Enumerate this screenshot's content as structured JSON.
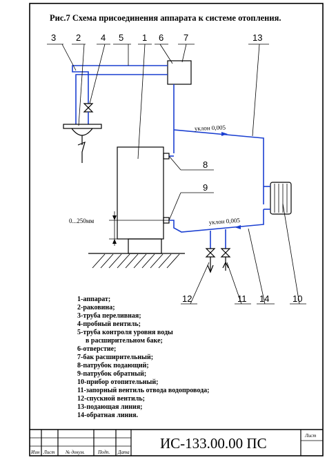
{
  "diagram": {
    "title": "Рис.7   Схема присоединения аппарата к системе отопления.",
    "labels": {
      "c1": "1",
      "c2": "2",
      "c3": "3",
      "c4": "4",
      "c5": "5",
      "c6": "6",
      "c7": "7",
      "c8": "8",
      "c9": "9",
      "c10": "10",
      "c11": "11",
      "c12": "12",
      "c13": "13",
      "c14": "14"
    },
    "slope_upper": "уклон 0,005",
    "slope_lower": "уклон 0,005",
    "dimension": "0...250мм",
    "accent_color": "#1a3fd1"
  },
  "legend": [
    "1-аппарат;",
    "2-раковина;",
    "3-труба переливная;",
    "4-пробный вентиль;",
    "5-труба контроля уровня воды",
    "   в расширительном баке;",
    "6-отверстие;",
    "7-бак расширительный;",
    "8-патрубок подающий;",
    "9-патрубок обратный;",
    "10-прибор отопительный;",
    "11-запорный вентиль отвода водопровода;",
    "12-спускной вентиль;",
    "13-подающая линия;",
    "14-обратная линия."
  ],
  "title_block": {
    "designation": "ИС-133.00.00 ПС",
    "col_izm": "Изм",
    "col_list": "Лист",
    "col_doc": "№ докум.",
    "col_sign": "Подп.",
    "col_date": "Дата",
    "sheet_label": "Лист"
  }
}
